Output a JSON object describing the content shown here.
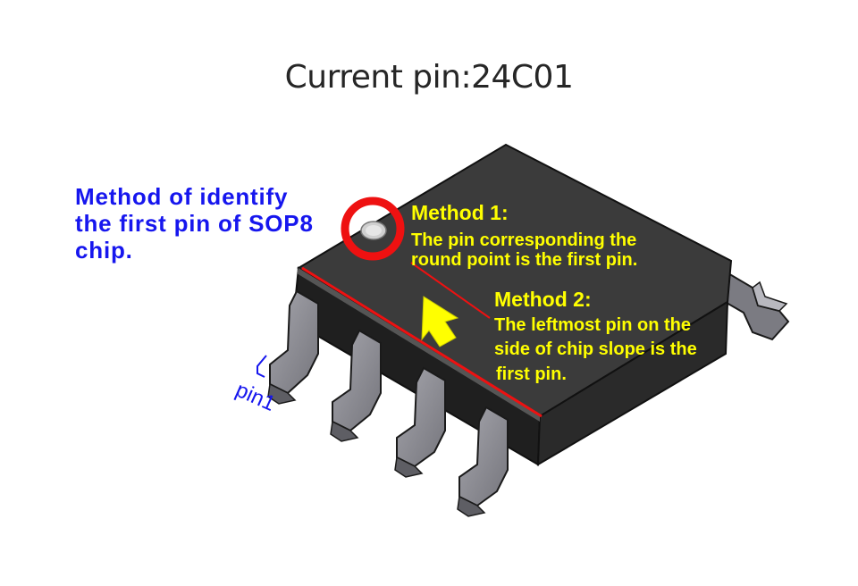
{
  "header": {
    "title": "Current pin:24C01"
  },
  "diagram": {
    "heading": "Method of identify\nthe first pin of SOP8\nchip.",
    "method1": {
      "title": "Method 1:",
      "line1": "The pin corresponding the",
      "line2": "round point is the first pin."
    },
    "method2": {
      "title": "Method 2:",
      "line1": "The leftmost pin on the",
      "line2": "side of chip slope is the",
      "line3": "first pin."
    },
    "pin_label": "pin1"
  },
  "colors": {
    "heading": "#1616ee",
    "annotation": "#ffff00",
    "marker_ring": "#ee1111",
    "slope_line": "#ee1111",
    "arrow": "#ffff00",
    "chip_body": "#3a3a3a",
    "pins": "#8a8a90"
  },
  "icons": [
    "pin1-marker-circle",
    "up-arrow-icon",
    "slope-line"
  ]
}
